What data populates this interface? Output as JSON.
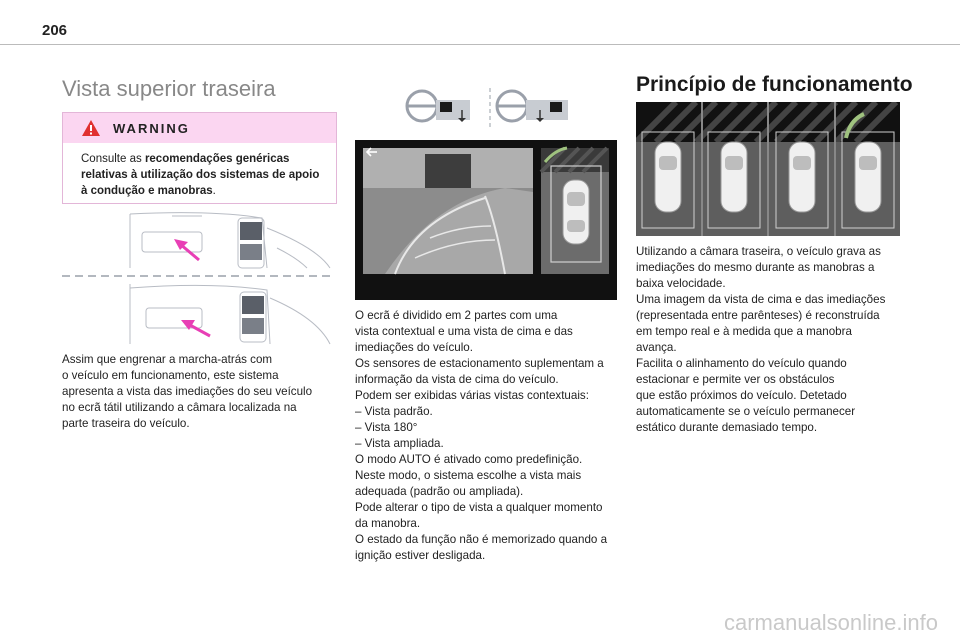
{
  "page": {
    "number": "206"
  },
  "left": {
    "title": "Vista superior traseira",
    "warning": {
      "label": "WARNING",
      "text_prefix": "Consulte as ",
      "text_bold": "recomendações genéricas relativas à utilização dos sistemas de apoio à condução e manobras",
      "text_suffix": "."
    },
    "body": [
      "Assim que engrenar a marcha-atrás com",
      "o veículo em funcionamento, este sistema",
      "apresenta a vista das imediações do seu veículo",
      "no ecrã tátil utilizando a câmara localizada na",
      "parte traseira do veículo."
    ]
  },
  "middle": {
    "body": [
      "O ecrã é dividido em 2 partes com uma",
      "vista contextual e uma vista de cima e das",
      "imediações do veículo.",
      "Os sensores de estacionamento suplementam a",
      "informação da vista de cima do veículo.",
      "Podem ser exibidas várias vistas contextuais:",
      "–  Vista padrão.",
      "–  Vista 180°",
      "–  Vista ampliada.",
      "O modo AUTO é ativado como predefinição.",
      "Neste modo, o sistema escolhe a vista mais",
      "adequada (padrão ou ampliada).",
      "Pode alterar o tipo de vista a qualquer momento",
      "da manobra.",
      "O estado da função não é memorizado quando a",
      "ignição estiver desligada."
    ]
  },
  "right": {
    "title": "Princípio de funcionamento",
    "body": [
      "Utilizando a câmara traseira, o veículo grava as",
      "imediações do mesmo durante as manobras a",
      "baixa velocidade.",
      "Uma imagem da vista de cima e das imediações",
      "(representada entre parênteses) é reconstruída",
      "em tempo real e à medida que a manobra",
      "avança.",
      "Facilita o alinhamento do veículo quando",
      "estacionar e permite ver os obstáculos",
      "que estão próximos do veículo. Detetado",
      "automaticamente se o veículo permanecer",
      "estático durante demasiado tempo."
    ]
  },
  "watermark": "carmanualsonline.info",
  "colors": {
    "warning_bg": "#fbd6f1",
    "warning_border": "#e3b6d8",
    "arrow_magenta": "#e83fb5",
    "title_grey": "#888888"
  }
}
